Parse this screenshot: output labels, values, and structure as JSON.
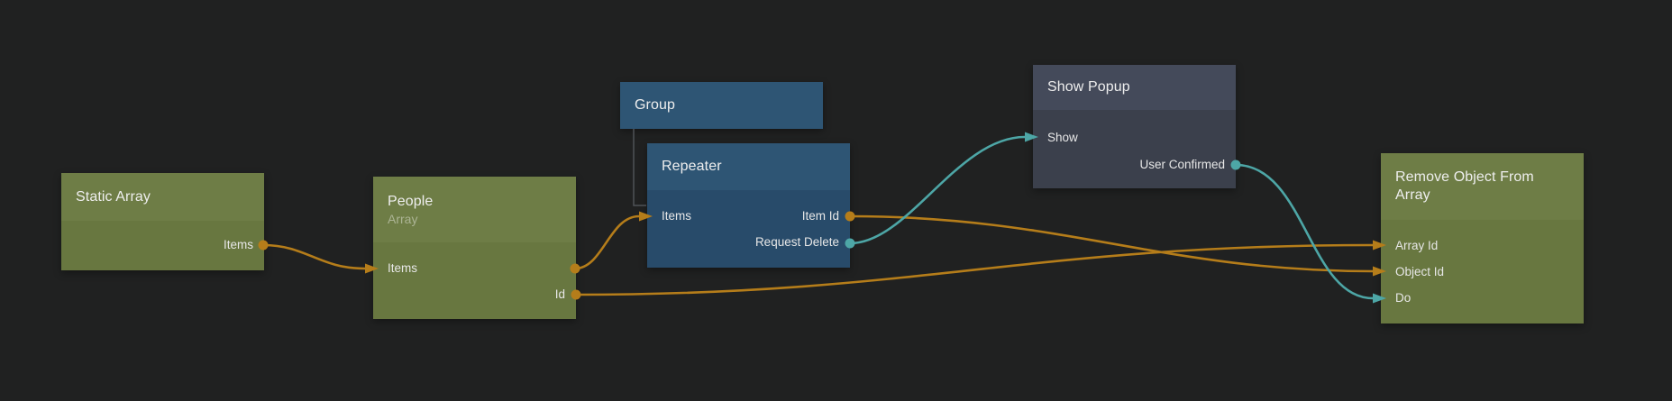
{
  "app": {
    "description": "Visual programming node graph canvas"
  },
  "colors": {
    "canvas_background": "#202121",
    "olive_node_header": "#6e7d46",
    "olive_node_body": "#687740",
    "blue_node_header": "#2e5574",
    "blue_node_body": "#284b6a",
    "slate_node_header": "#444a5a",
    "slate_node_body": "#3b404c",
    "wire_data_orange": "#b57d1a",
    "wire_signal_teal": "#4da6a6",
    "parent_child_line": "#4f5257"
  },
  "nodes": {
    "static_array": {
      "title": "Static Array",
      "outputs": [
        "Items"
      ]
    },
    "people": {
      "title": "People",
      "subtitle": "Array",
      "inputs": [
        "Items"
      ],
      "outputs": [
        "Items",
        "Id"
      ]
    },
    "group": {
      "title": "Group"
    },
    "repeater": {
      "title": "Repeater",
      "inputs": [
        "Items"
      ],
      "outputs": [
        "Item Id",
        "Request Delete"
      ]
    },
    "show_popup": {
      "title": "Show Popup",
      "inputs": [
        "Show"
      ],
      "outputs": [
        "User Confirmed"
      ]
    },
    "remove_object_from_array": {
      "title": "Remove Object From Array",
      "inputs": [
        "Array Id",
        "Object Id",
        "Do"
      ]
    }
  },
  "connections": [
    {
      "from": "Static Array.Items",
      "to": "People.Items",
      "kind": "data"
    },
    {
      "from": "People.Items",
      "to": "Repeater.Items",
      "kind": "data"
    },
    {
      "from": "People.Id",
      "to": "Remove Object From Array.Array Id",
      "kind": "data"
    },
    {
      "from": "Repeater.Item Id",
      "to": "Remove Object From Array.Object Id",
      "kind": "data"
    },
    {
      "from": "Repeater.Request Delete",
      "to": "Show Popup.Show",
      "kind": "signal"
    },
    {
      "from": "Show Popup.User Confirmed",
      "to": "Remove Object From Array.Do",
      "kind": "signal"
    },
    {
      "from": "Group",
      "to": "Repeater",
      "kind": "parent-child"
    }
  ]
}
